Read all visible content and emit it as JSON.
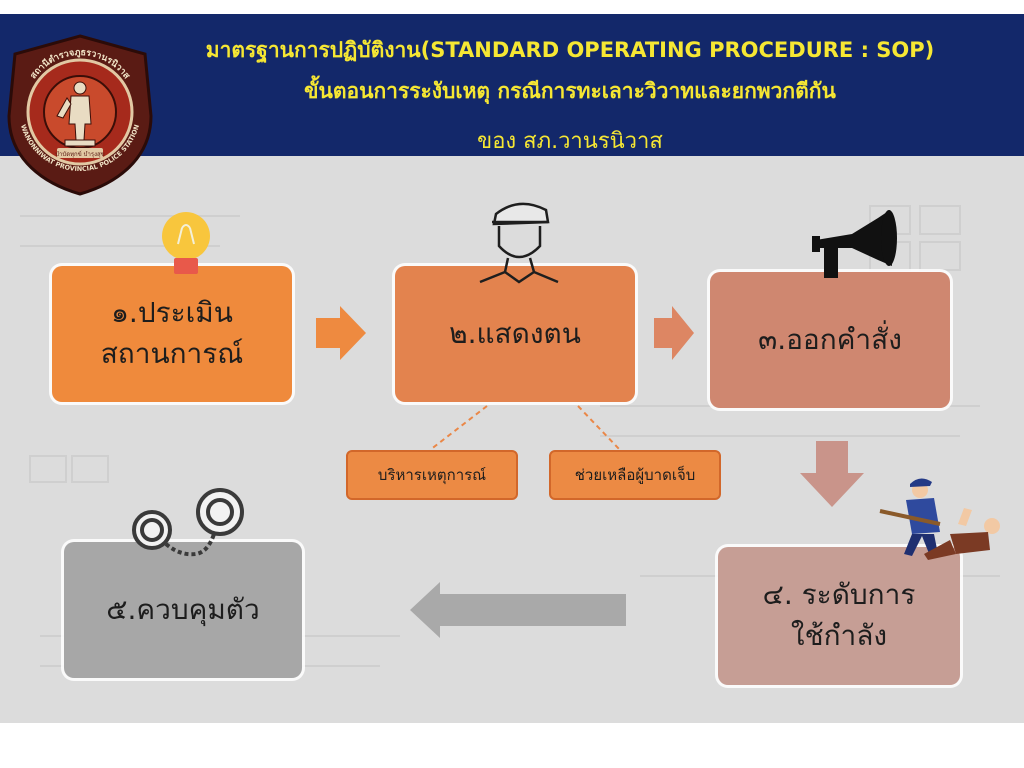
{
  "header": {
    "title_line1": "มาตรฐานการปฏิบัติงาน(STANDARD  OPERATING PROCEDURE : SOP)",
    "title_line2": "ขั้นตอนการระงับเหตุ กรณีการทะเลาะวิวาทและยกพวกตีกัน",
    "title_line3": "ของ สภ.วานรนิวาส",
    "logo_text_top": "สถานีตำรวจภูธรวานรนิวาส",
    "logo_text_bottom": "WANONNIWAT PROVINCIAL POLICE STATION",
    "logo_banner": "บำบัดทุกข์ บำรุงสุข"
  },
  "steps": {
    "step1": {
      "line1": "๑.ประเมิน",
      "line2": "สถานการณ์"
    },
    "step2": {
      "line1": "๒.แสดงตน"
    },
    "step3": {
      "line1": "๓.ออกคำสั่ง"
    },
    "step4": {
      "line1": "๔. ระดับการ",
      "line2": "ใช้กำลัง"
    },
    "step5": {
      "line1": "๕.ควบคุมตัว"
    }
  },
  "sub_steps": {
    "manage": "บริหารเหตุการณ์",
    "help": "ช่วยเหลือผู้บาดเจ็บ"
  },
  "colors": {
    "header_bg": "#13286a",
    "title_yellow": "#f6e733",
    "step1": "#ef8a3c",
    "step2": "#e3834e",
    "step3": "#cf8770",
    "step4": "#c69e95",
    "step5": "#a7a7a7",
    "arrow_orange": "#ee8a40",
    "arrow_salmon": "#dd8663",
    "arrow_rose": "#c9948a",
    "arrow_gray": "#a9a9a9"
  },
  "icons": {
    "step1": "lightbulb-icon",
    "step2": "police-officer-icon",
    "step3": "megaphone-icon",
    "step4": "police-restraining-icon",
    "step5": "handcuffs-icon"
  }
}
